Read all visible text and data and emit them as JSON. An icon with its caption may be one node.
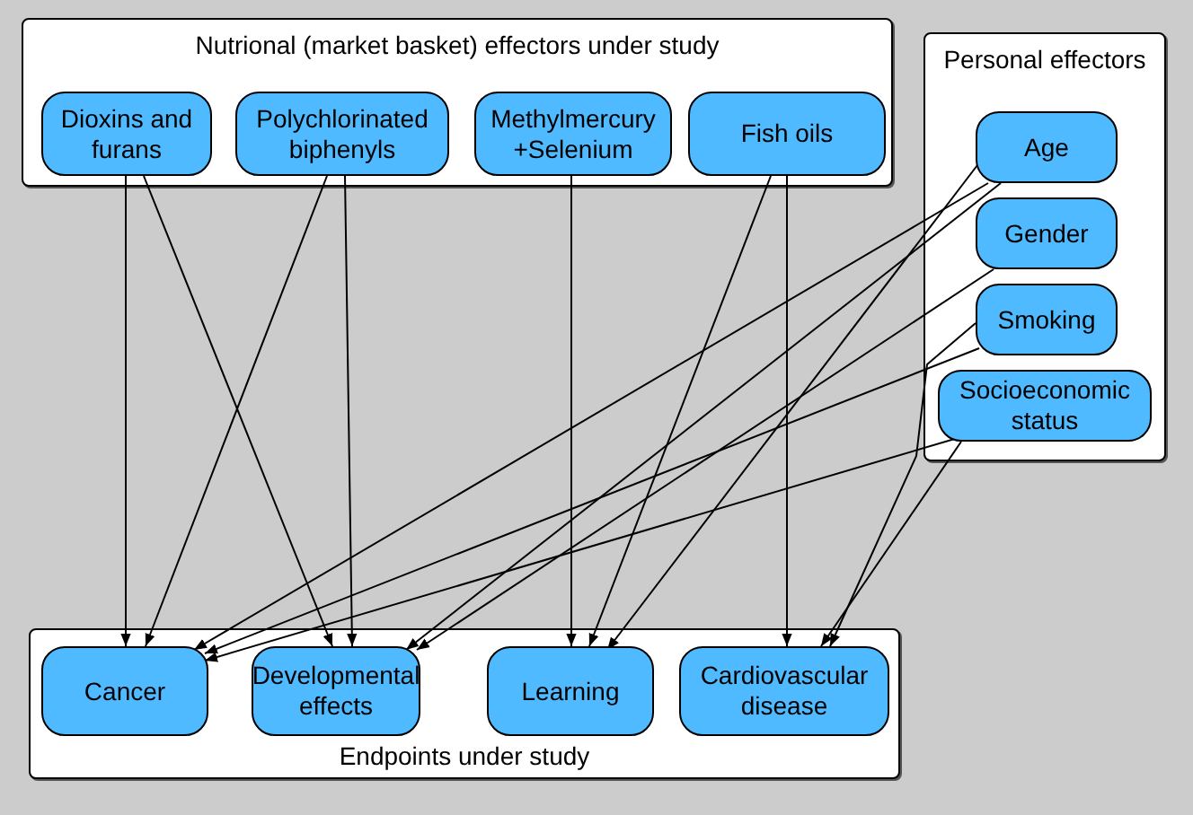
{
  "diagram": {
    "nodes": [
      {
        "text": [
          "Nutrional (market basket) effectors under study"
        ]
      },
      {
        "text": [
          "Dioxins and furans"
        ],
        "in": 0
      },
      {
        "text": [
          "Polychlorinated biphenyls"
        ],
        "in": 0
      },
      {
        "text": [
          "Methylmercury +Selenium"
        ],
        "in": 0
      },
      {
        "text": [
          "Fish oils"
        ],
        "in": 0
      },
      {
        "text": [
          "Personal effectors"
        ]
      },
      {
        "text": [
          "Age"
        ],
        "in": 5
      },
      {
        "text": [
          "Gender"
        ],
        "in": 5
      },
      {
        "text": [
          "Smoking"
        ],
        "in": 5
      },
      {
        "text": [
          "Socioeconomic status"
        ],
        "in": 5
      },
      {
        "text": [
          "Endpoints under study"
        ]
      },
      {
        "text": [
          "Cancer"
        ],
        "in": 10
      },
      {
        "text": [
          "Developmental effects"
        ],
        "in": 10
      },
      {
        "text": [
          "Learning"
        ],
        "in": 10
      },
      {
        "text": [
          "Cardiovascular disease"
        ],
        "in": 10
      }
    ],
    "edges": [
      {
        "from": 1,
        "to": 11,
        "arrow": "to"
      },
      {
        "from": 1,
        "to": 12,
        "arrow": "to"
      },
      {
        "from": 2,
        "to": 11,
        "arrow": "to"
      },
      {
        "from": 2,
        "to": 12,
        "arrow": "to"
      },
      {
        "from": 3,
        "to": 13,
        "arrow": "to"
      },
      {
        "from": 4,
        "to": 13,
        "arrow": "to"
      },
      {
        "from": 4,
        "to": 14,
        "arrow": "to"
      },
      {
        "from": 6,
        "to": 11,
        "arrow": "to"
      },
      {
        "from": 6,
        "to": 12,
        "arrow": "to"
      },
      {
        "from": 6,
        "to": 13,
        "arrow": "to"
      },
      {
        "from": 7,
        "to": 12,
        "arrow": "to"
      },
      {
        "from": 8,
        "to": 11,
        "arrow": "to"
      },
      {
        "from": 8,
        "to": 14,
        "arrow": "to"
      },
      {
        "from": 9,
        "to": 11,
        "arrow": "to"
      },
      {
        "from": 9,
        "to": 14,
        "arrow": "to"
      }
    ]
  }
}
